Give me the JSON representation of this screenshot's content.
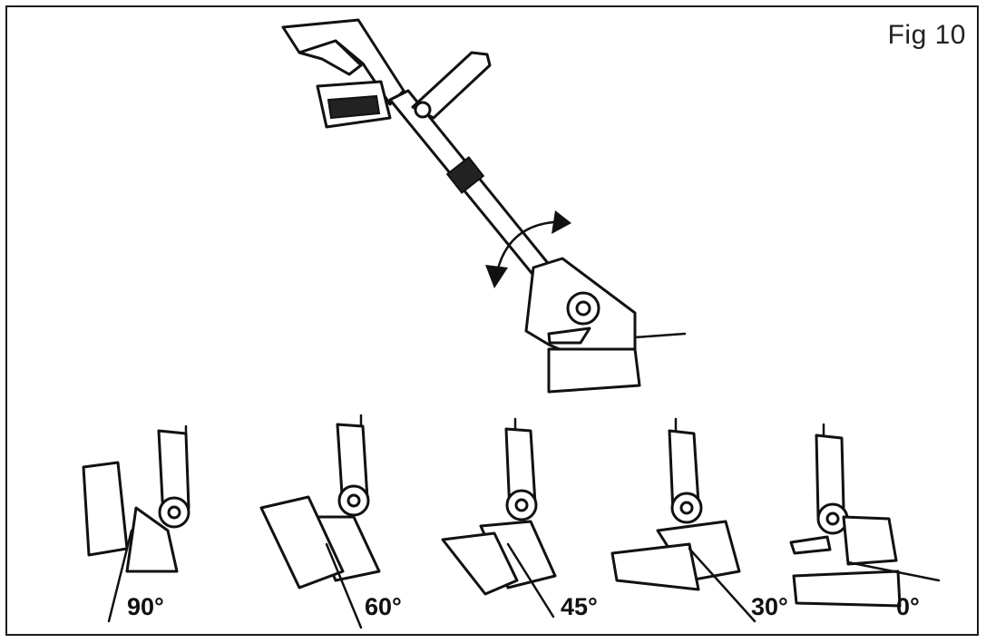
{
  "figure": {
    "title": "Fig 10",
    "angles": [
      {
        "label": "90°"
      },
      {
        "label": "60°"
      },
      {
        "label": "45°"
      },
      {
        "label": "30°"
      },
      {
        "label": "0°"
      }
    ]
  }
}
